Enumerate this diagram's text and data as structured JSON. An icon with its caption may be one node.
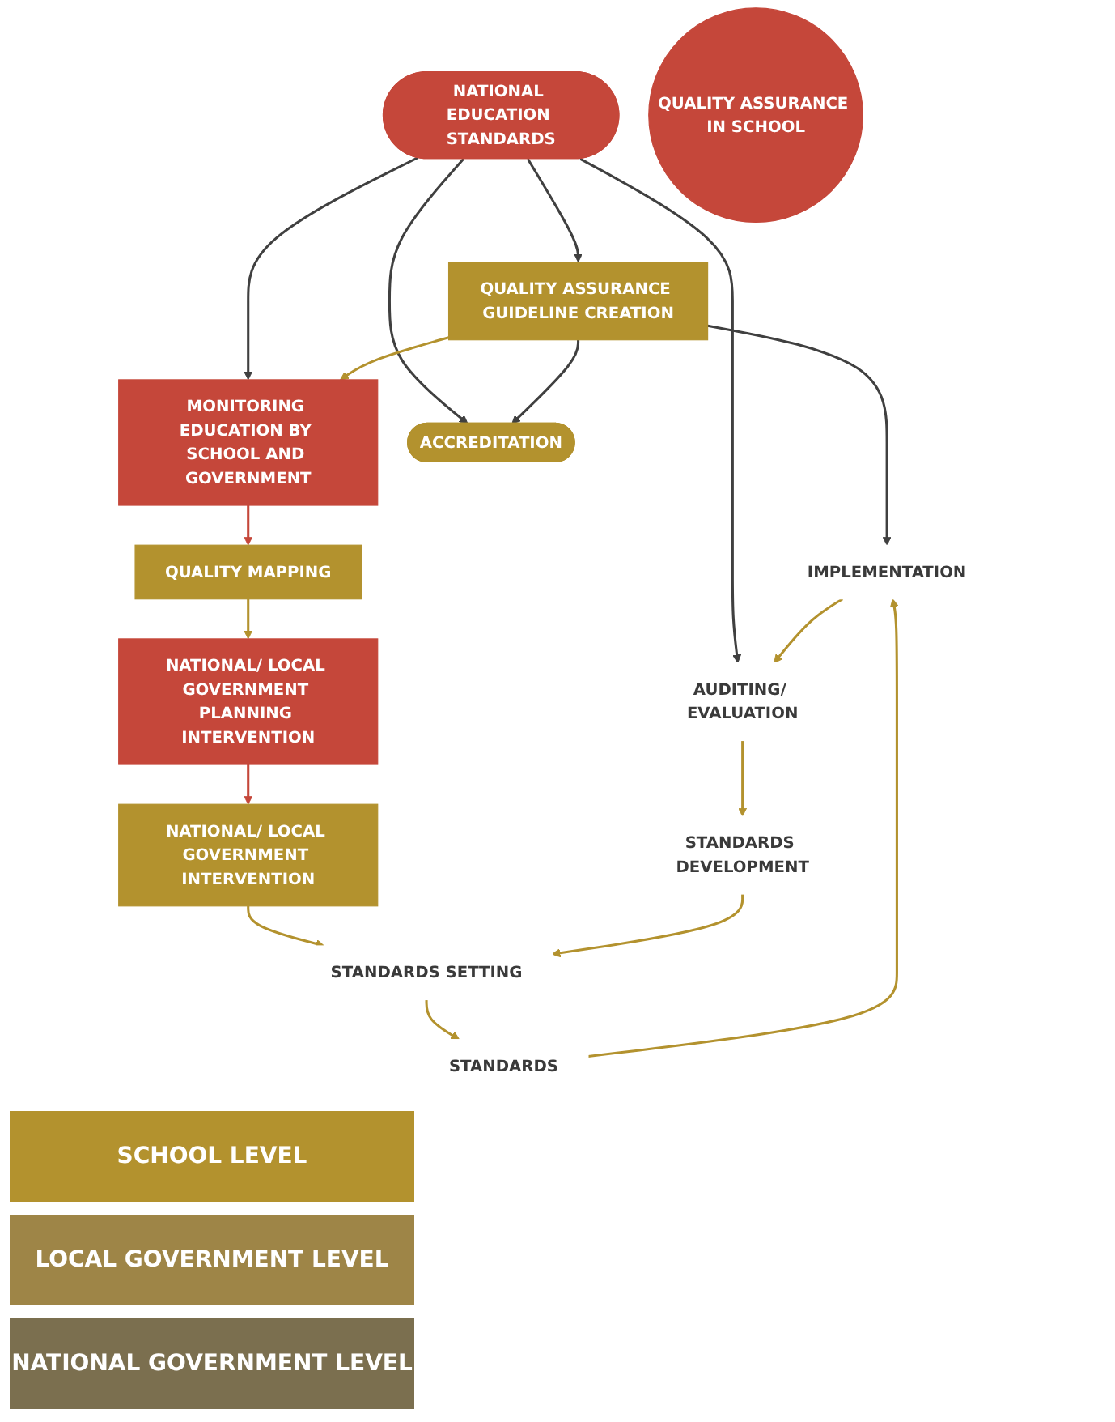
{
  "diagram": {
    "nodes": [
      {
        "text": [
          "NATIONAL EDUCATION STANDARDS"
        ]
      },
      {
        "text": [
          "QUALITY ASSURANCE GUIDELINE CREATION"
        ]
      },
      {
        "text": [
          "MONITORING EDUCATION BY SCHOOL AND GOVERNMENT"
        ]
      },
      {
        "text": [
          "QUALITY MAPPING"
        ]
      },
      {
        "text": [
          "NATIONAL/ LOCAL GOVERNMENT PLANNING INTERVENTION"
        ]
      },
      {
        "text": [
          "NATIONAL/ LOCAL GOVERNMENT INTERVENTION"
        ]
      },
      {
        "text": [
          "AUDITING/ EVALUATION"
        ]
      },
      {
        "text": [
          "STANDARDS DEVELOPMENT"
        ]
      },
      {
        "text": [
          "QUALITY ASSURANCE IN SCHOOL"
        ]
      },
      {
        "text": [
          "STANDARDS SETTING"
        ]
      },
      {
        "text": [
          "IMPLEMENTATION"
        ]
      },
      {
        "text": [
          "ACCREDITATION"
        ]
      },
      {
        "text": [
          "STANDARDS"
        ]
      }
    ],
    "edges": [
      {
        "from": 0,
        "to": 1,
        "arrow": "to",
        "color": "#404040"
      },
      {
        "from": 0,
        "to": 2,
        "arrow": "to",
        "color": "#404040"
      },
      {
        "from": 0,
        "to": 11,
        "arrow": "to",
        "color": "#404040"
      },
      {
        "from": 0,
        "to": 6,
        "arrow": "to",
        "color": "#404040"
      },
      {
        "from": 1,
        "to": 11,
        "arrow": "to",
        "color": "#404040"
      },
      {
        "from": 1,
        "to": 10,
        "arrow": "to",
        "color": "#404040"
      },
      {
        "from": 1,
        "to": 2,
        "arrow": "to"
      },
      {
        "from": 2,
        "to": 3,
        "arrow": "to",
        "color": "#c5473a"
      },
      {
        "from": 3,
        "to": 4,
        "arrow": "to"
      },
      {
        "from": 4,
        "to": 5,
        "arrow": "to",
        "color": "#c5473a"
      },
      {
        "from": 5,
        "to": 9,
        "arrow": "to"
      },
      {
        "from": 6,
        "to": 7,
        "arrow": "to"
      },
      {
        "from": 7,
        "to": 9,
        "arrow": "to"
      },
      {
        "from": 9,
        "to": 12,
        "arrow": "to"
      },
      {
        "from": 12,
        "to": 10,
        "arrow": "to"
      },
      {
        "from": 10,
        "to": 6,
        "arrow": "to"
      }
    ],
    "legend": [
      {
        "text": "SCHOOL LEVEL",
        "color": "#b3922e"
      },
      {
        "text": "LOCAL GOVERNMENT LEVEL",
        "color": "#9e8547"
      },
      {
        "text": "NATIONAL GOVERNMENT LEVEL",
        "color": "#7b6f4f"
      }
    ]
  }
}
